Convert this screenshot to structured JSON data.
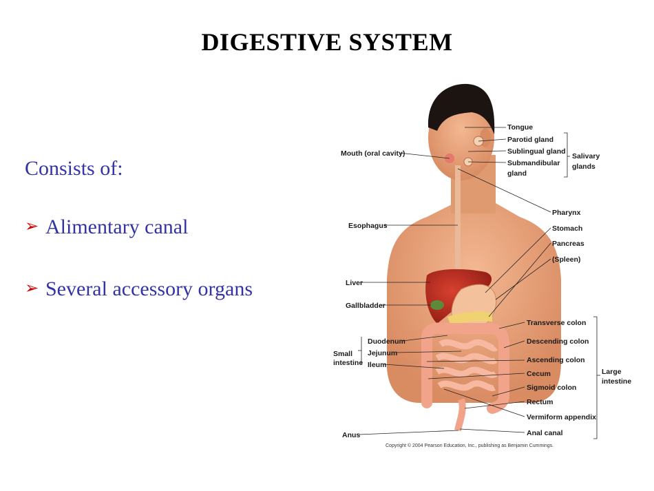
{
  "title": "DIGESTIVE SYSTEM",
  "intro": "Consists of:",
  "bullets": [
    "Alimentary canal",
    "Several accessory organs"
  ],
  "diagram": {
    "labels_left": {
      "mouth": "Mouth (oral cavity)",
      "esophagus": "Esophagus",
      "liver": "Liver",
      "gallbladder": "Gallbladder",
      "duodenum": "Duodenum",
      "jejunum": "Jejunum",
      "ileum": "Ileum",
      "small_intestine_1": "Small",
      "small_intestine_2": "intestine",
      "anus": "Anus"
    },
    "labels_right": {
      "tongue": "Tongue",
      "parotid": "Parotid gland",
      "sublingual": "Sublingual gland",
      "submandibular_1": "Submandibular",
      "submandibular_2": "gland",
      "salivary_1": "Salivary",
      "salivary_2": "glands",
      "pharynx": "Pharynx",
      "stomach": "Stomach",
      "pancreas": "Pancreas",
      "spleen": "(Spleen)",
      "transverse": "Transverse colon",
      "descending": "Descending colon",
      "ascending": "Ascending colon",
      "cecum": "Cecum",
      "sigmoid": "Sigmoid colon",
      "rectum": "Rectum",
      "appendix": "Vermiform appendix",
      "anal_canal": "Anal canal",
      "large_intestine_1": "Large",
      "large_intestine_2": "intestine"
    },
    "copyright": "Copyright © 2004 Pearson Education, Inc., publishing as Benjamin Cummings."
  },
  "colors": {
    "title": "#000000",
    "text": "#3333a8",
    "bullet_arrow": "#cc0000",
    "skin": "#e8a27a",
    "liver": "#b3261e",
    "intestine": "#f2a48a"
  }
}
